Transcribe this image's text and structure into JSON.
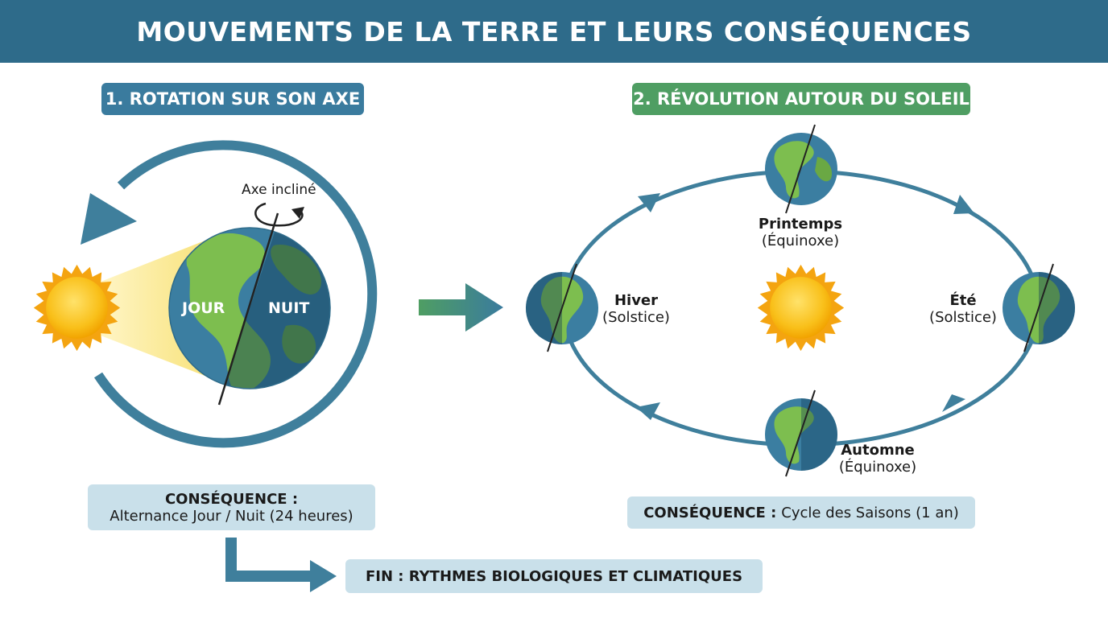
{
  "title": "MOUVEMENTS DE LA TERRE ET LEURS CONSÉQUENCES",
  "rotation": {
    "heading": "1. ROTATION SUR SON AXE",
    "axis_label": "Axe incliné",
    "day_label": "JOUR",
    "night_label": "NUIT",
    "consequence_title": "CONSÉQUENCE :",
    "consequence_text": "Alternance Jour / Nuit (24 heures)"
  },
  "revolution": {
    "heading": "2. RÉVOLUTION AUTOUR DU SOLEIL",
    "seasons": {
      "spring": {
        "name": "Printemps",
        "sub": "(Équinoxe)"
      },
      "summer": {
        "name": "Été",
        "sub": "(Solstice)"
      },
      "autumn": {
        "name": "Automne",
        "sub": "(Équinoxe)"
      },
      "winter": {
        "name": "Hiver",
        "sub": "(Solstice)"
      }
    },
    "consequence_title": "CONSÉQUENCE :",
    "consequence_text": "Cycle des Saisons (1 an)"
  },
  "final": "FIN : RYTHMES BIOLOGIQUES ET CLIMATIQUES",
  "colors": {
    "header": "#2e6b8a",
    "blue": "#3a7b9e",
    "green": "#4f9e63",
    "box": "#c9e0ea",
    "orbit": "#3f7f9c",
    "sun": "#f7b500",
    "ocean": "#3b7ea1",
    "land": "#7dbe4f"
  }
}
